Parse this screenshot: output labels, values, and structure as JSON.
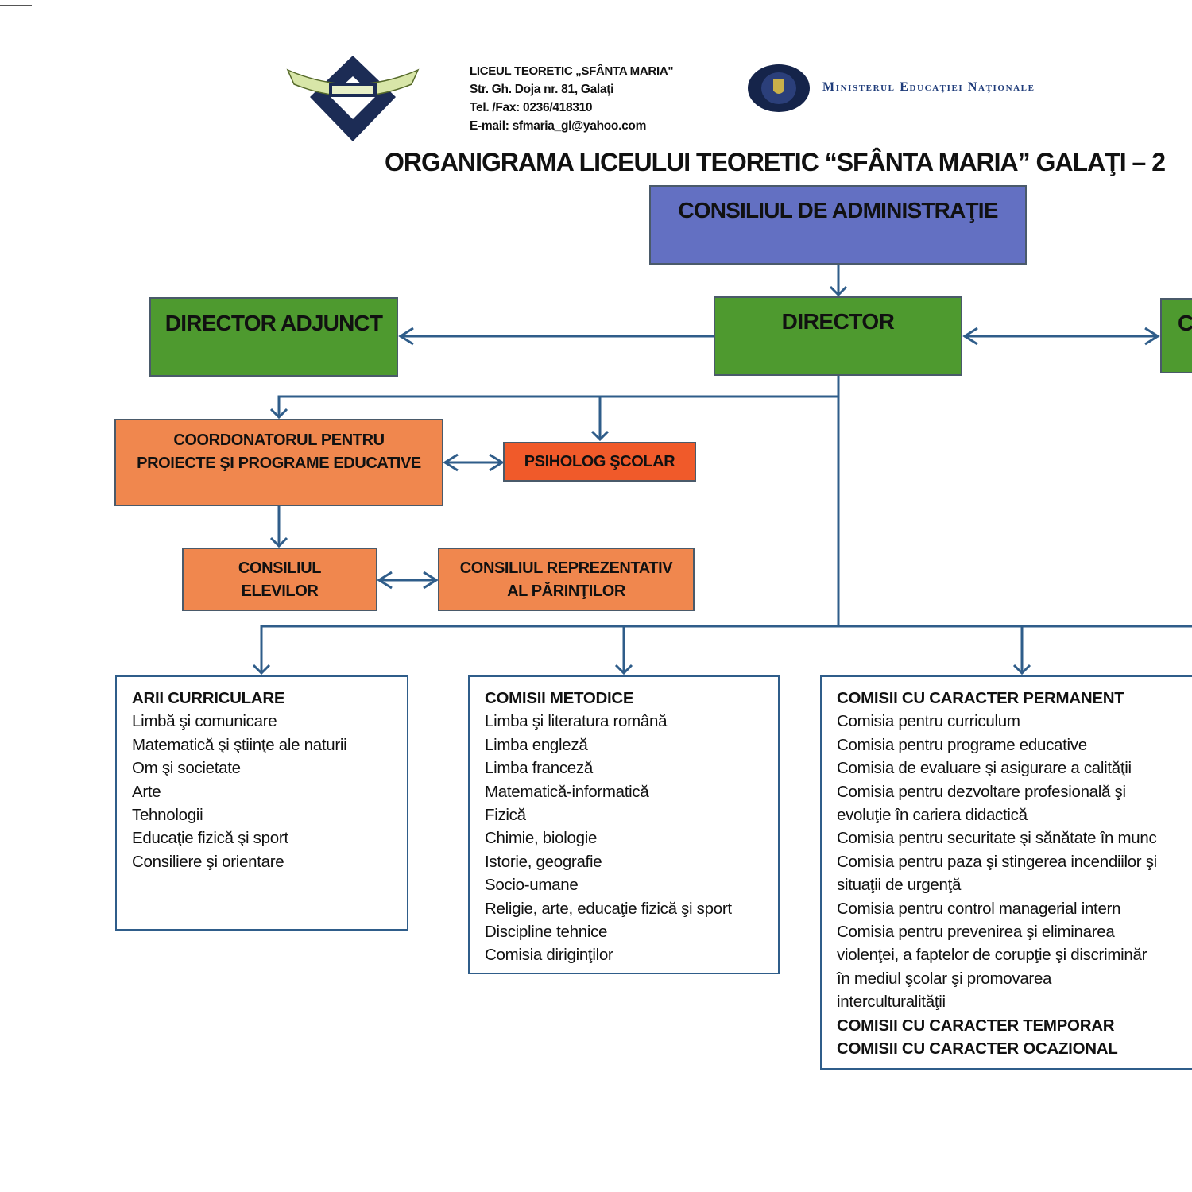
{
  "header": {
    "school_lines": [
      "LICEUL TEORETIC „SFÂNTA MARIA\"",
      "Str. Gh. Doja nr. 81, Galaţi",
      "Tel. /Fax: 0236/418310",
      "E-mail: sfmaria_gl@yahoo.com"
    ],
    "ministry": "Ministerul Educaţiei Naţionale",
    "title": "ORGANIGRAMA LICEULUI TEORETIC “SFÂNTA MARIA” GALAŢI – 2"
  },
  "boxes": {
    "consiliul_admin": "CONSILIUL DE ADMINISTRAŢIE",
    "director": "DIRECTOR",
    "director_adjunct": "DIRECTOR ADJUNCT",
    "right_cut": "C",
    "coordonator": [
      "COORDONATORUL PENTRU",
      "PROIECTE ŞI PROGRAME EDUCATIVE"
    ],
    "psiholog": "PSIHOLOG ŞCOLAR",
    "consiliul_elevilor": [
      "CONSILIUL",
      "ELEVILOR"
    ],
    "consiliul_parintilor": [
      "CONSILIUL REPREZENTATIV",
      "AL PĂRINŢILOR"
    ]
  },
  "lists": {
    "arii": {
      "heading": "ARII CURRICULARE",
      "items": [
        "Limbă şi comunicare",
        "Matematică şi ştiinţe ale naturii",
        "Om şi societate",
        "Arte",
        "Tehnologii",
        "Educaţie fizică şi sport",
        "Consiliere şi orientare"
      ]
    },
    "comisii_metodice": {
      "heading": "COMISII METODICE",
      "items": [
        "Limba şi literatura română",
        "Limba engleză",
        "Limba franceză",
        "Matematică-informatică",
        "Fizică",
        "Chimie, biologie",
        "Istorie, geografie",
        "Socio-umane",
        "Religie, arte, educaţie fizică şi sport",
        "Discipline tehnice",
        "Comisia diriginţilor"
      ]
    },
    "comisii_permanente": {
      "heading": "COMISII CU CARACTER PERMANENT",
      "items": [
        "Comisia pentru curriculum",
        "Comisia pentru programe educative",
        "Comisia de evaluare şi asigurare a calităţii",
        "Comisia pentru dezvoltare profesională şi",
        "evoluţie în cariera didactică",
        "Comisia pentru securitate şi sănătate în munc",
        "Comisia pentru paza şi stingerea incendiilor şi",
        "situaţii de urgenţă",
        "Comisia pentru control managerial intern",
        "Comisia pentru prevenirea şi eliminarea",
        "violenţei, a faptelor de corupţie şi discriminăr",
        "în mediul şcolar şi promovarea",
        "interculturalităţii"
      ],
      "footer": [
        "COMISII CU CARACTER TEMPORAR",
        "COMISII CU CARACTER OCAZIONAL"
      ]
    }
  },
  "colors": {
    "purple": "#6370c2",
    "green": "#4e9a2f",
    "orange": "#f0874e",
    "red": "#f05a2a",
    "line": "#2f5d8a"
  }
}
